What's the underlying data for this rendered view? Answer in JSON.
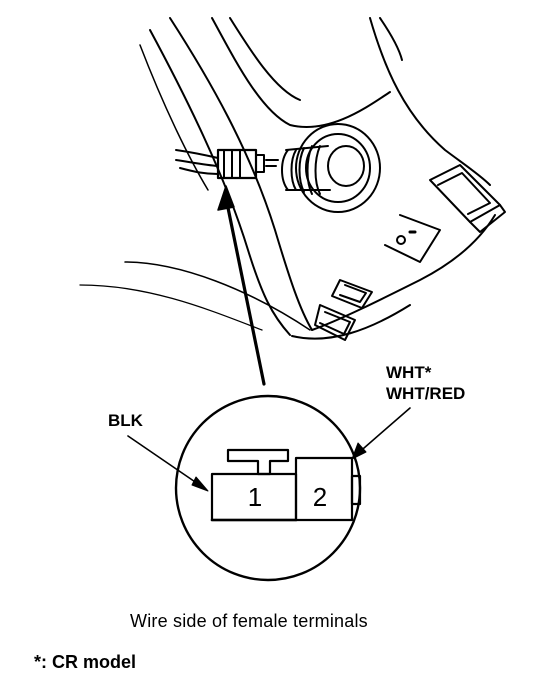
{
  "labels": {
    "blk": "BLK",
    "wht_star": "WHT*",
    "wht_red": "WHT/RED",
    "terminal_1": "1",
    "terminal_2": "2",
    "caption": "Wire side of female terminals",
    "footnote": "*: CR model"
  }
}
